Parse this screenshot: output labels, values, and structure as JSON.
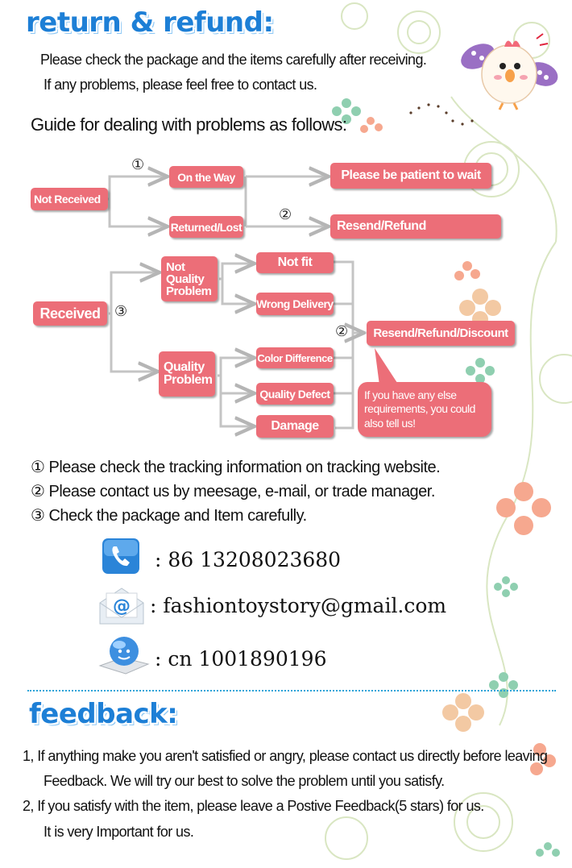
{
  "return_section": {
    "title": "return & refund:",
    "intro_line1": "Please check the package and the items carefully after receiving.",
    "intro_line2": "If any problems, please feel free to contact us.",
    "guide": "Guide for dealing with problems as follows:"
  },
  "flow": {
    "not_received": "Not Received",
    "on_the_way": "On the Way",
    "returned_lost": "Returned/Lost",
    "please_wait": "Please be patient to wait",
    "resend_refund": "Resend/Refund",
    "received": "Received",
    "not_quality_problem": "Not Quality Problem",
    "quality_problem": "Quality Problem",
    "not_fit": "Not fit",
    "wrong_delivery": "Wrong Delivery",
    "color_difference": "Color Difference",
    "quality_defect": "Quality Defect",
    "damage": "Damage",
    "resend_refund_discount": "Resend/Refund/Discount",
    "bubble": "If you have any else requirements, you could also tell us!",
    "mark_1": "①",
    "mark_2": "②",
    "mark_3": "③"
  },
  "notes": [
    "① Please check the tracking information on tracking website.",
    "② Please contact us by meesage, e-mail, or trade manager.",
    "③ Check the package and Item carefully."
  ],
  "contacts": {
    "phone": ": 86 13208023680",
    "email": ": fashiontoystory@gmail.com",
    "qq": ": cn 1001890196"
  },
  "feedback": {
    "title": "feedback:",
    "line1": "1, If anything make you aren't satisfied or angry, please contact us directly before leaving",
    "line2": "Feedback. We will try our best to solve the problem until you satisfy.",
    "line3": "2, If you satisfy with the item, please leave a Postive Feedback(5 stars) for us.",
    "line4": "It is very Important for us."
  },
  "colors": {
    "accent_blue": "#1d7fd6",
    "box_pink": "#ec6e78",
    "divider": "#29a3d8"
  }
}
